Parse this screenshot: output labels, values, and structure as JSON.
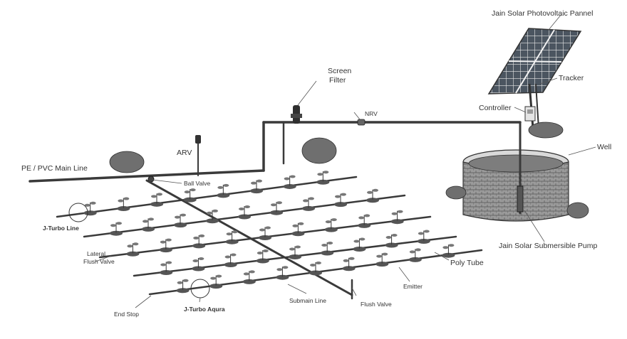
{
  "labels": {
    "solar_panel": "Jain Solar Photovoltaic Pannel",
    "tracker": "Tracker",
    "controller": "Controller",
    "well": "Well",
    "pump": "Jain Solar Submersible  Pump",
    "screen_filter_line1": "Screen",
    "screen_filter_line2": "Filter",
    "nrv": "NRV",
    "arv": "ARV",
    "main_line": "PE / PVC Main Line",
    "ball_valve": "Ball Valve",
    "jturbo_line": "J-Turbo Line",
    "lateral_flush_line1": "Lateral",
    "lateral_flush_line2": "Flush Valve",
    "end_stop": "End Stop",
    "jturbo_aqua": "J-Turbo Aqura",
    "submain_line": "Submain Line",
    "flush_valve": "Flush Valve",
    "emitter": "Emitter",
    "poly_tube": "Poly Tube"
  },
  "colors": {
    "pipe": "#3a3a3a",
    "foliage": "#6f6f6f",
    "text": "#333333",
    "panel": "#505a66"
  }
}
